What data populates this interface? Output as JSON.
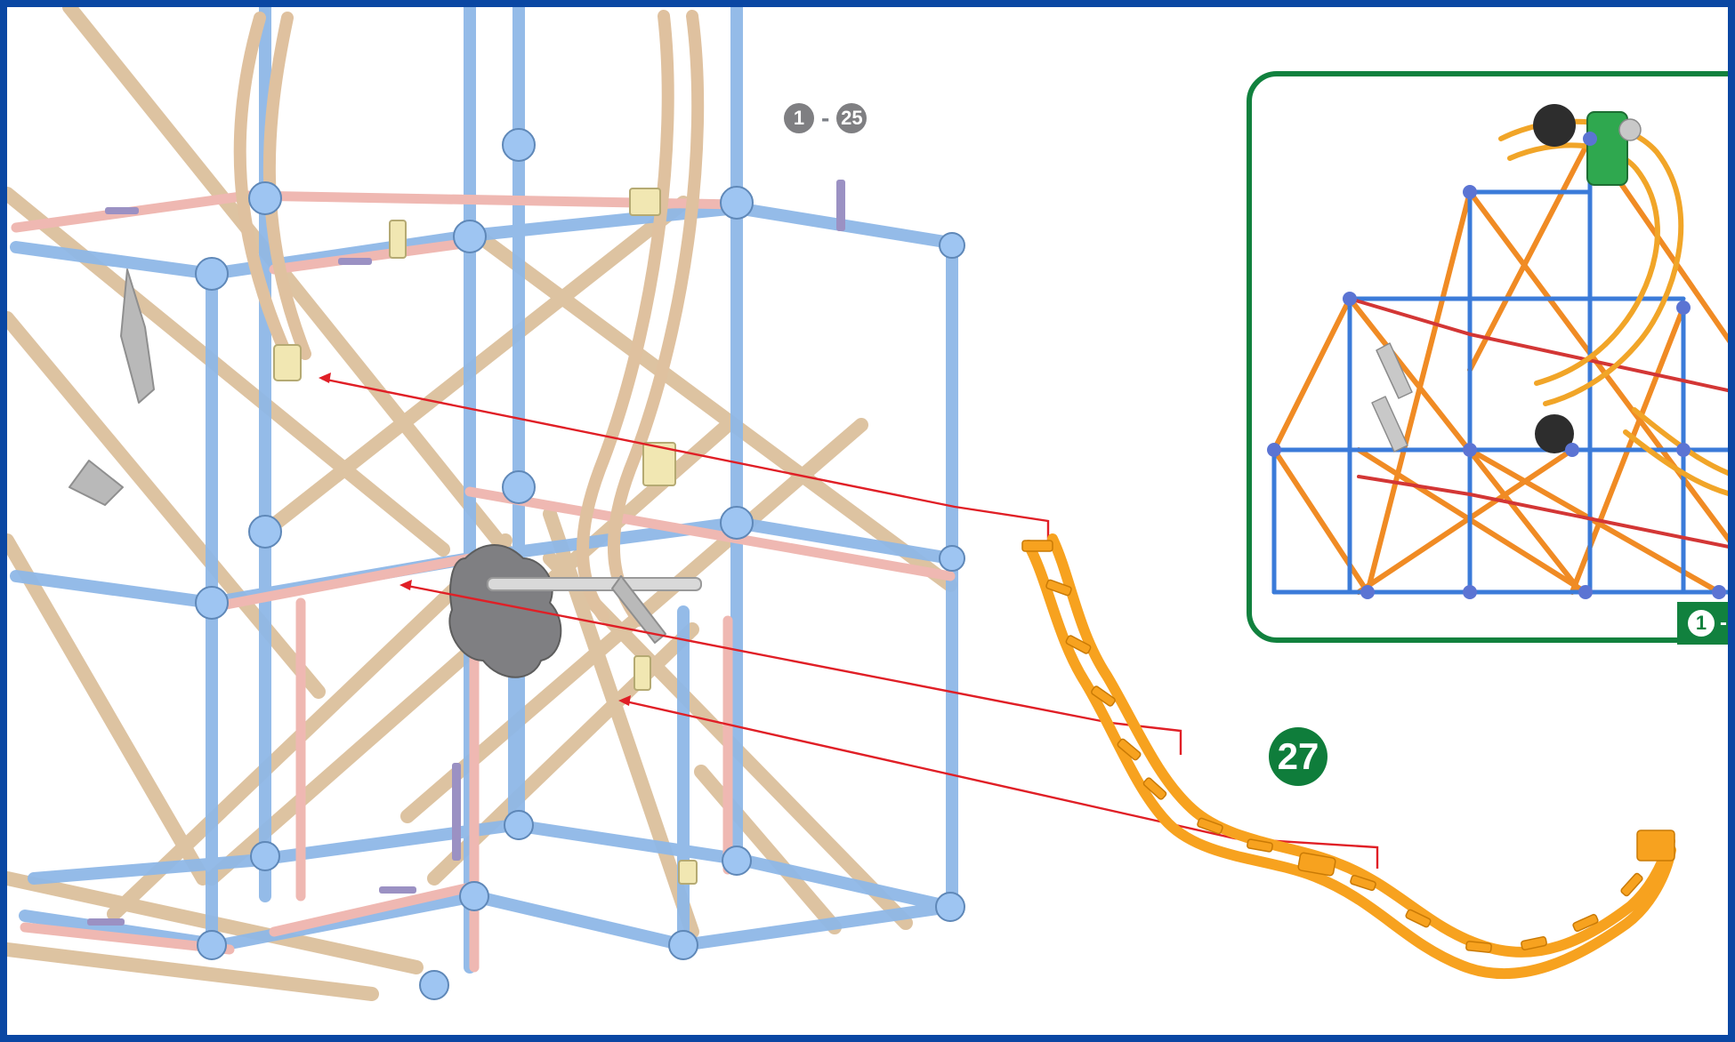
{
  "range_label": {
    "start": "1",
    "separator": "-",
    "end": "25"
  },
  "step": {
    "number": "27"
  },
  "inset": {
    "label_start": "1",
    "label_separator": "-"
  },
  "colors": {
    "frame_border": "#0a47a3",
    "step_badge": "#0f7d3b",
    "inset_border": "#11813e",
    "guide_arrow": "#e01f26",
    "track_piece": "#f7a21f",
    "range_badge": "#7f7f82"
  },
  "icons": {
    "step_marker": "numbered-circle",
    "arrow": "red-leader-arrow",
    "track": "curved-track-piece"
  }
}
